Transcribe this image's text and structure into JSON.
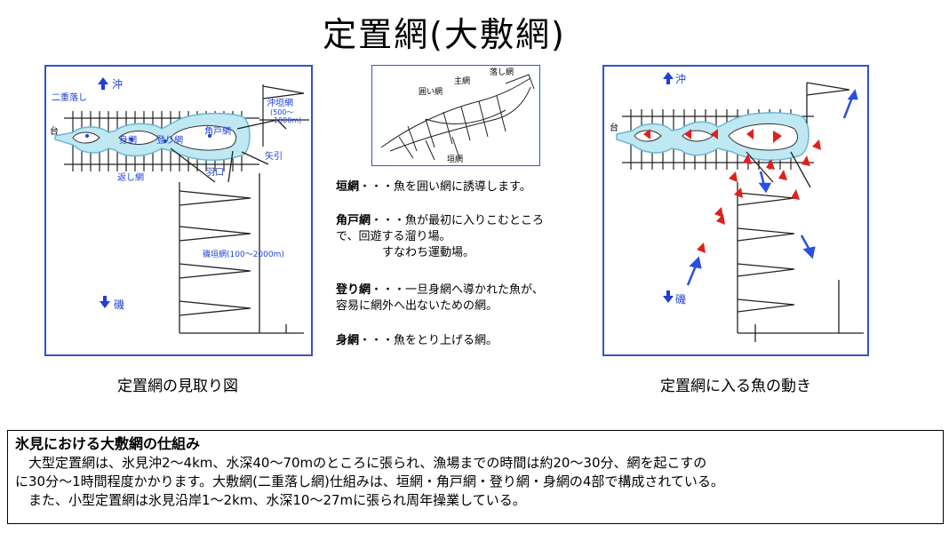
{
  "title": "定置網(大敷網)",
  "left_panel": {
    "caption": "定置網の見取り図",
    "labels": {
      "north": "沖",
      "south": "磯",
      "futae": "二重落し",
      "dai": "台",
      "mi": "身網",
      "nobori": "登り網",
      "kado": "角戸網",
      "kaeshi": "返し網",
      "haguchi": "羽口",
      "yabiki": "矢引",
      "oki_kaki": "沖垣網",
      "oki_kaki_range_1": "(500～",
      "oki_kaki_range_2": "1000m)",
      "iso_kaki": "磯垣網(100～2000m)"
    }
  },
  "center_panel": {
    "labels": {
      "otoshi": "落し網",
      "shu": "主網",
      "kakoi": "囲い網",
      "kaki": "垣網"
    }
  },
  "descriptions": [
    {
      "term": "垣網",
      "text": "・・・魚を囲い網に誘導します。"
    },
    {
      "term": "角戸網",
      "text": "・・・魚が最初に入りこむところ",
      "line2": "で、回遊する溜り場。",
      "line3": "すなわち運動場。"
    },
    {
      "term": "登り網",
      "text": "・・・一旦身網へ導かれた魚が、",
      "line2": "容易に網外へ出ないための網。"
    },
    {
      "term": "身網",
      "text": "・・・魚をとり上げる網。"
    }
  ],
  "right_panel": {
    "caption": "定置網に入る魚の動き",
    "labels": {
      "north": "沖",
      "south": "磯",
      "dai": "台"
    }
  },
  "info": {
    "title": "氷見における大敷網の仕組み",
    "line1": "　大型定置網は、氷見沖2～4km、水深40～70mのところに張られ、漁場までの時間は約20～30分、網を起こすの",
    "line2": "に30分～1時間程度かかります。大敷網(二重落し網)仕組みは、垣網・角戸網・登り網・身網の4部で構成されている。",
    "line3": "　また、小型定置網は氷見沿岸1～2km、水深10～27mに張られ周年操業している。"
  },
  "colors": {
    "panel_border": "#3553c9",
    "net_fill": "#bfe8f2",
    "label_blue": "#1f3fd6",
    "arrow_red": "#e0201c",
    "arrow_blue": "#2a4fe0"
  }
}
